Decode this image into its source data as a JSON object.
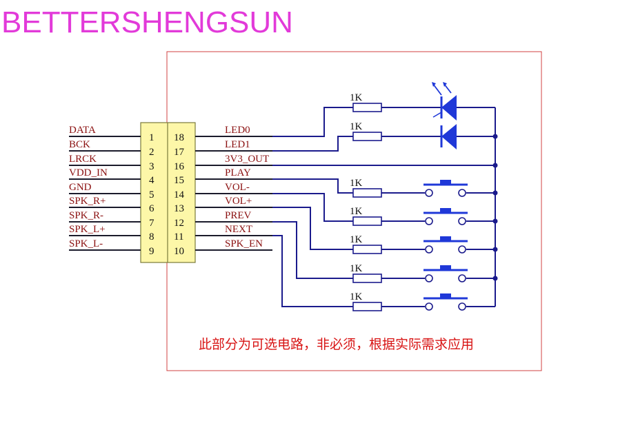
{
  "brand": {
    "text": "BETTERSHENGSUN"
  },
  "colors": {
    "brand": "#e23ad9",
    "signal_label": "#8a0f0f",
    "wire": "#1a1a8c",
    "connector_fill": "#fdf7a8",
    "connector_border": "#7a7a3a",
    "frame": "#d04040",
    "note": "#d81414",
    "led": "#1f38d8",
    "switch": "#1f38d8"
  },
  "connector": {
    "left_signals": [
      "DATA",
      "BCK",
      "LRCK",
      "VDD_IN",
      "GND",
      "SPK_R+",
      "SPK_R-",
      "SPK_L+",
      "SPK_L-"
    ],
    "left_pins": [
      "1",
      "2",
      "3",
      "4",
      "5",
      "6",
      "7",
      "8",
      "9"
    ],
    "right_pins": [
      "18",
      "17",
      "16",
      "15",
      "14",
      "13",
      "12",
      "11",
      "10"
    ],
    "right_signals": [
      "LED0",
      "LED1",
      "3V3_OUT",
      "PLAY",
      "VOL-",
      "VOL+",
      "PREV",
      "NEXT",
      "SPK_EN"
    ]
  },
  "components": {
    "resistors": [
      "1K",
      "1K",
      "1K",
      "1K",
      "1K",
      "1K",
      "1K"
    ],
    "leds": [
      "led",
      "led"
    ],
    "switches": [
      "push-button",
      "push-button",
      "push-button",
      "push-button",
      "push-button"
    ]
  },
  "note": {
    "text": "此部分为可选电路，非必须，根据实际需求应用"
  }
}
